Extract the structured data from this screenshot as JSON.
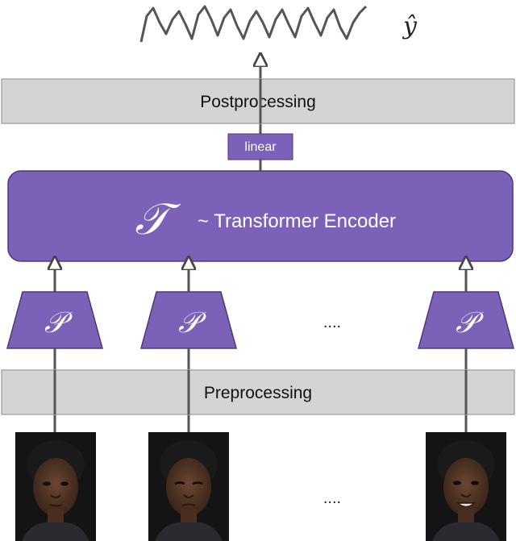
{
  "output_label": "ŷ",
  "postprocessing_label": "Postprocessing",
  "linear_label": "linear",
  "encoder_symbol": "𝒯",
  "encoder_label": "~ Transformer Encoder",
  "projection_symbol": "𝒫",
  "ellipsis": "....",
  "preprocessing_label": "Preprocessing",
  "colors": {
    "purple": "#7b62b8",
    "purple_stroke": "#4a3a7a",
    "gray_band": "#d4d4d4",
    "gray_band_stroke": "#a8a8a8",
    "arrow": "#555555",
    "waveform": "#555555"
  },
  "frames": [
    {
      "name": "face-frame-1",
      "expression": "neutral"
    },
    {
      "name": "face-frame-2",
      "expression": "squint"
    },
    {
      "name": "face-frame-3",
      "expression": "smile"
    }
  ]
}
